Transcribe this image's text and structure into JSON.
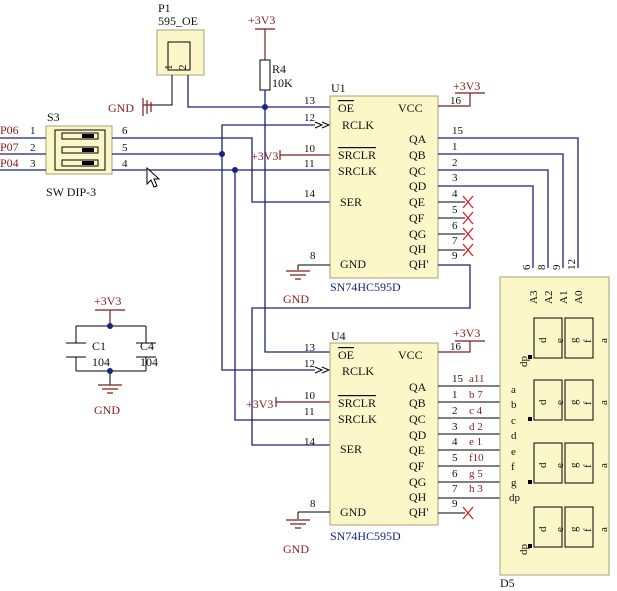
{
  "p1": {
    "ref": "P1",
    "value": "595_OE",
    "pins": [
      "1",
      "2"
    ]
  },
  "s3": {
    "ref": "S3",
    "value": "SW DIP-3",
    "pins": [
      "1",
      "2",
      "3",
      "6",
      "5",
      "4"
    ]
  },
  "nets": {
    "p06": "P06",
    "p07": "P07",
    "p04": "P04",
    "vcc": "+3V3",
    "gnd": "GND"
  },
  "r4": {
    "ref": "R4",
    "value": "10K"
  },
  "u1": {
    "ref": "U1",
    "part": "SN74HC595D"
  },
  "u4": {
    "ref": "U4",
    "part": "SN74HC595D"
  },
  "ic_pins": {
    "left": [
      "OE",
      "RCLK",
      "SRCLR",
      "SRCLK",
      "SER",
      "GND"
    ],
    "left_nums": [
      "13",
      "12",
      "10",
      "11",
      "14",
      "8"
    ],
    "vcc": "VCC",
    "vcc_num": "16",
    "right": [
      "QA",
      "QB",
      "QC",
      "QD",
      "QE",
      "QF",
      "QG",
      "QH",
      "QH'"
    ],
    "u1_right_nums": [
      "15",
      "1",
      "2",
      "3",
      "4",
      "5",
      "6",
      "7",
      "9"
    ],
    "u4_right_nums": [
      "15",
      "1",
      "2",
      "3",
      "4",
      "5",
      "6",
      "7",
      "9"
    ],
    "u4_seg_labels": [
      "a11",
      "b 7",
      "c 4",
      "d 2",
      "e 1",
      "f10",
      "g 5",
      "h 3"
    ]
  },
  "caps": [
    {
      "ref": "C1",
      "value": "104"
    },
    {
      "ref": "C4",
      "value": "104"
    }
  ],
  "d5": {
    "ref": "D5",
    "digits": [
      "A3",
      "A2",
      "A1",
      "A0"
    ],
    "digit_pins": [
      "6",
      "8",
      "9",
      "12"
    ],
    "seg_side": [
      "a",
      "b",
      "c",
      "d",
      "e",
      "f",
      "g",
      "dp"
    ],
    "seg_inner": [
      "d",
      "e",
      "g",
      "f",
      "a",
      "dp"
    ]
  }
}
